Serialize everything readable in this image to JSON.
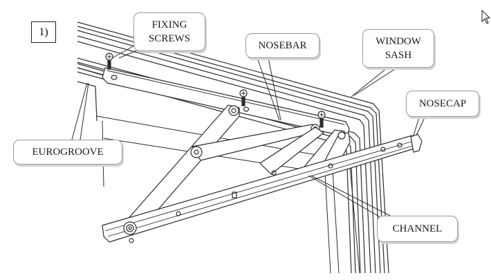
{
  "figure": {
    "step_label": "1)"
  },
  "callouts": {
    "fixing_screws": {
      "line1": "FIXING",
      "line2": "SCREWS"
    },
    "nosebar": {
      "label": "NOSEBAR"
    },
    "window_sash": {
      "line1": "WINDOW",
      "line2": "SASH"
    },
    "nosecap": {
      "label": "NOSECAP"
    },
    "eurogroove": {
      "label": "EUROGROOVE"
    },
    "channel": {
      "label": "CHANNEL"
    }
  },
  "colors": {
    "line": "#2b2b2b",
    "callout_border": "#9a9a9a",
    "shadow": "#d4d4d4",
    "background": "#ffffff"
  },
  "icons": [
    "mouse-pointer-icon",
    "screw-icon"
  ]
}
